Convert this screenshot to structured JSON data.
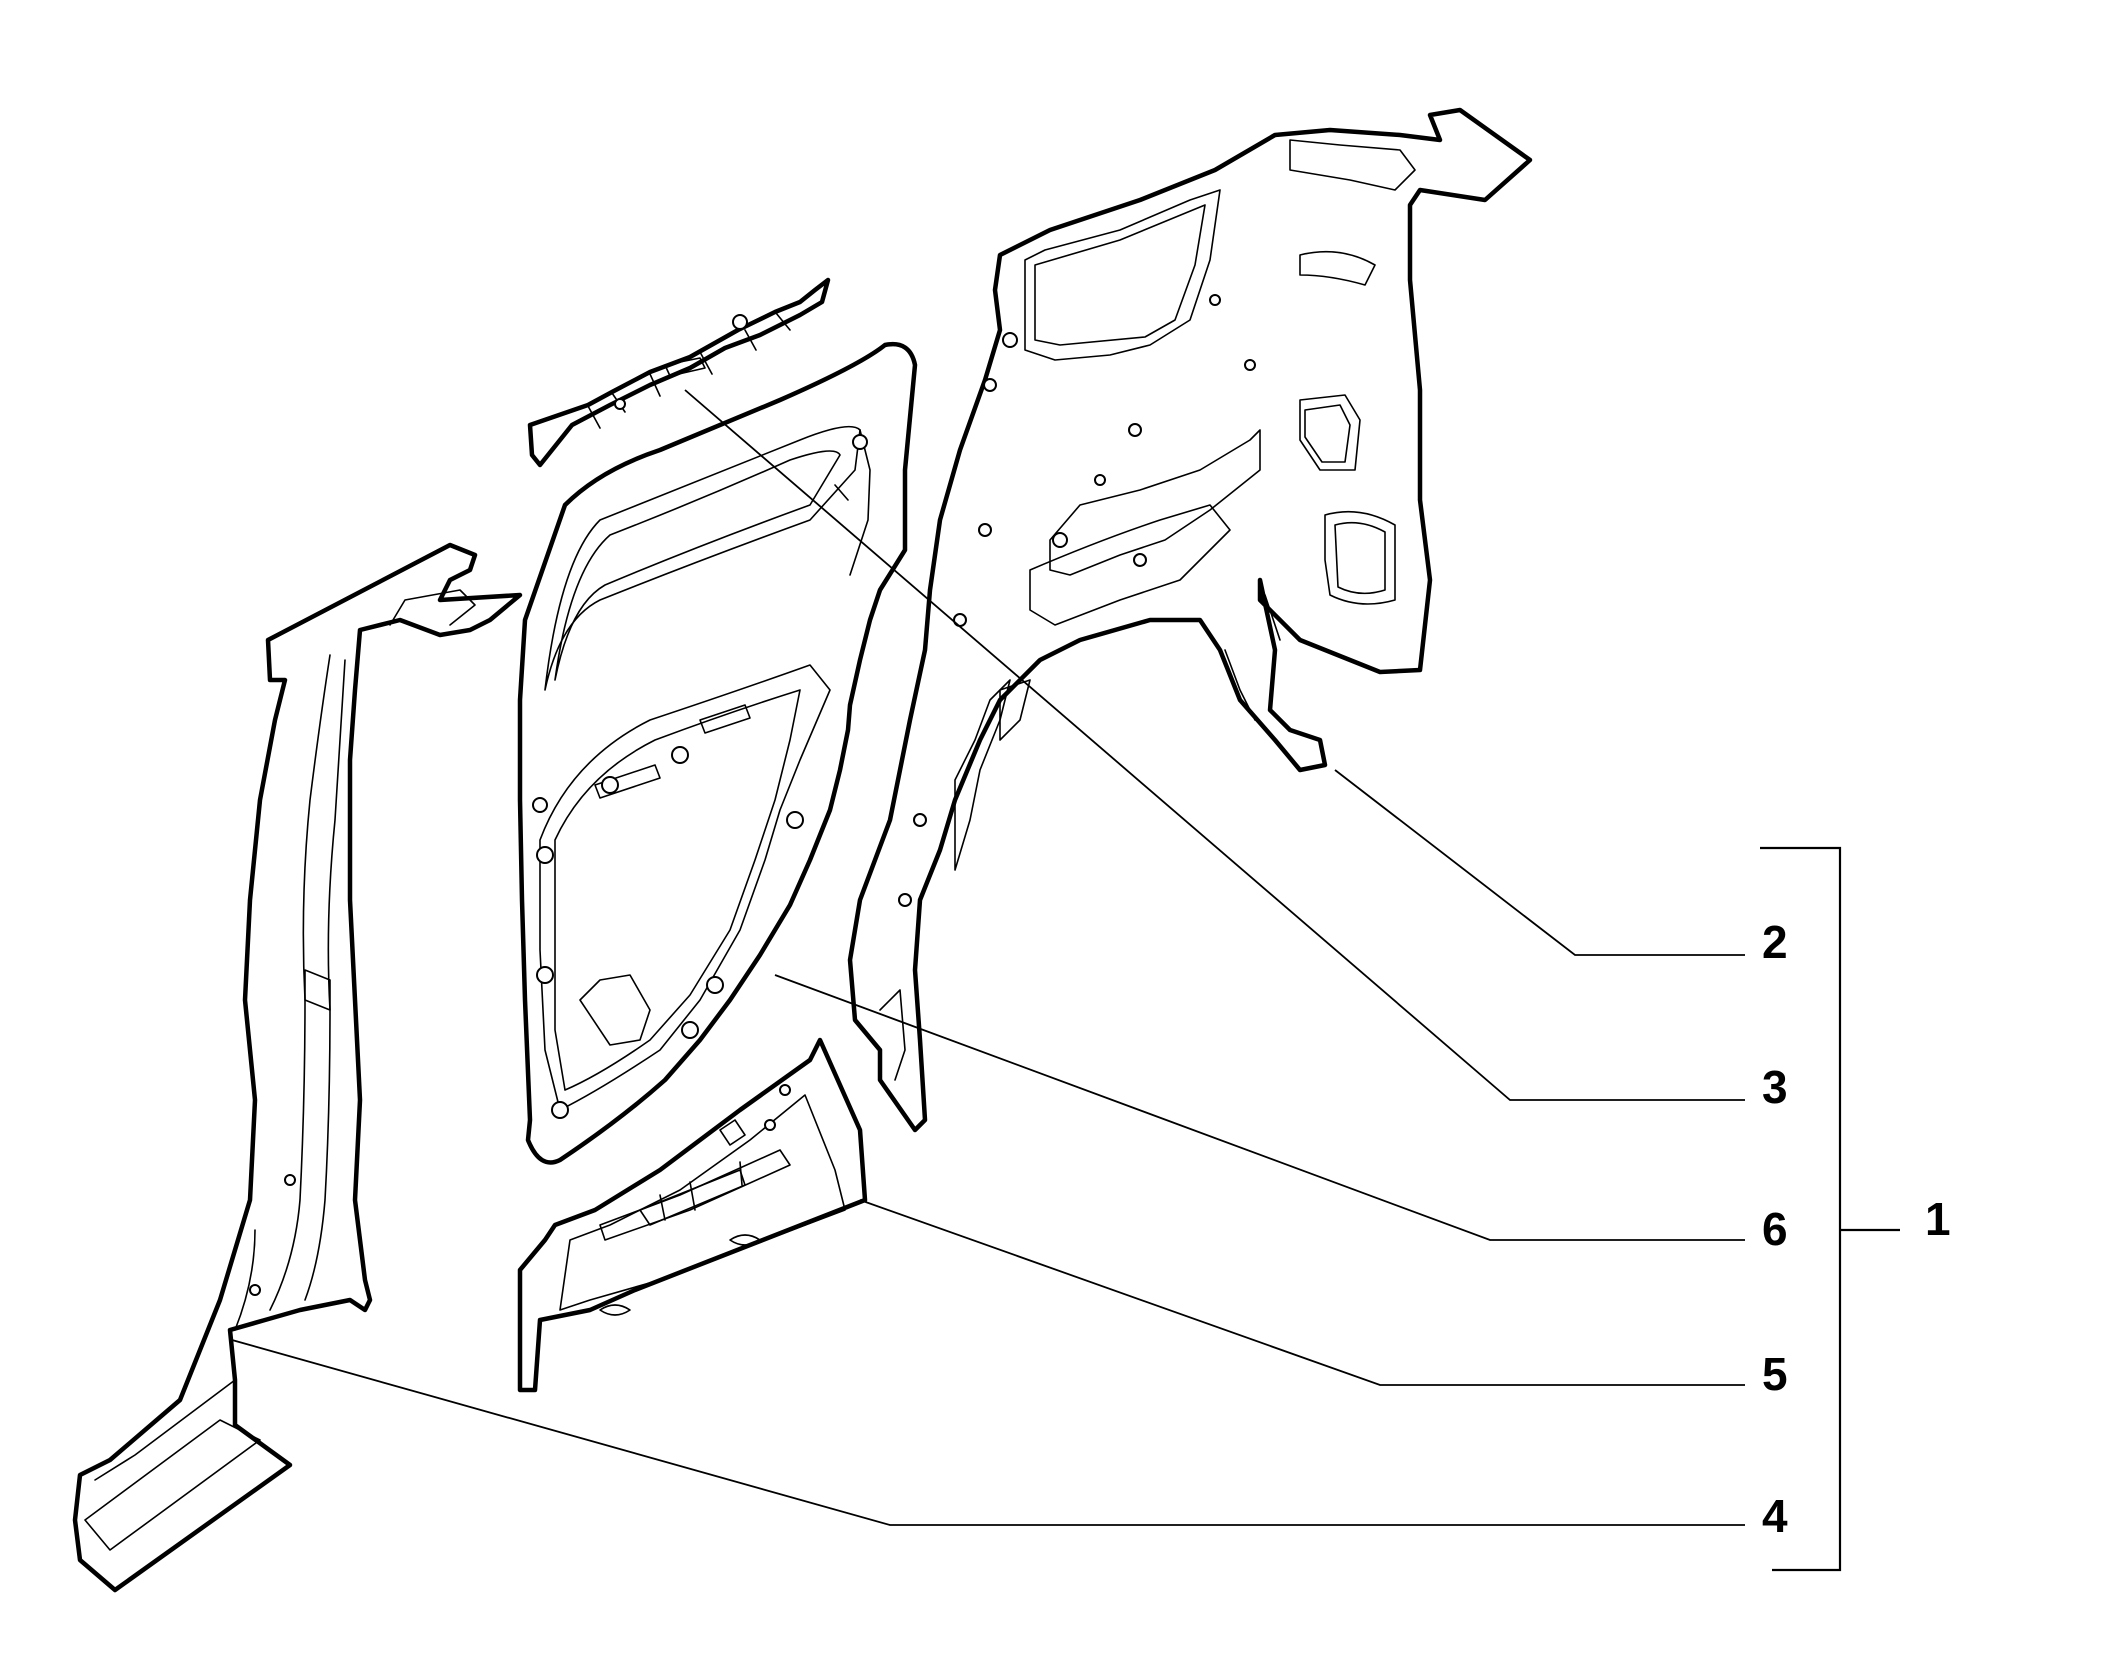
{
  "diagram": {
    "callouts": [
      {
        "id": "2",
        "label": "2"
      },
      {
        "id": "3",
        "label": "3"
      },
      {
        "id": "6",
        "label": "6"
      },
      {
        "id": "5",
        "label": "5"
      },
      {
        "id": "4",
        "label": "4"
      }
    ],
    "group_label": "1"
  }
}
